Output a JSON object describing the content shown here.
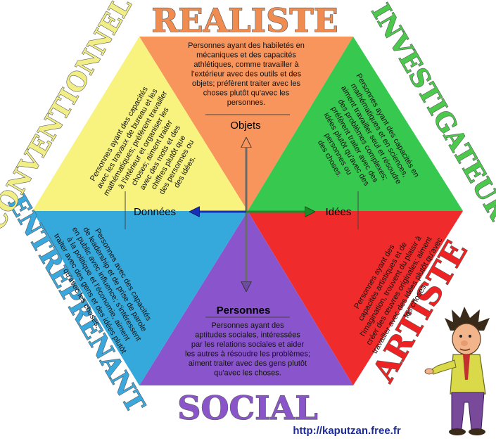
{
  "sections": [
    {
      "id": "realiste",
      "title": "REALISTE",
      "title_color": "#f08c50",
      "fill": "#f7955c",
      "description_lines": [
        "Personnes ayant des habiletés en",
        "mécaniques et des capacités",
        "athlétiques, comme travailler à",
        "l'extérieur avec des outils et des",
        "objets; préfèrent traiter avec les",
        "choses plutôt qu'avec les",
        "personnes."
      ]
    },
    {
      "id": "investigateur",
      "title": "INVESTIGATEUR",
      "title_color": "#4cc94c",
      "fill": "#37c850",
      "description_lines": [
        "Personnes ayant des capacités en",
        "mathématiques et en sciences,",
        "aiment travailler seul et résoudre",
        "des problèmes complexes;",
        "préfèrent traiter avec des",
        "idées plutôt qu'avec des",
        "personnes ou",
        "des choses."
      ]
    },
    {
      "id": "artiste",
      "title": "ARTISTE",
      "title_color": "#ee2222",
      "fill": "#ef2b2b",
      "description_lines": [
        "Personnes ayant des",
        "capacités artistiques et de",
        "l'imagination, trouvent du plaisir à",
        "créer des œuvres originales; aiment",
        "travailler avec des idées plutôt qu'avec",
        "les choses."
      ]
    },
    {
      "id": "social",
      "title": "SOCIAL",
      "title_color": "#8a55c8",
      "fill": "#8a55cc",
      "description_lines": [
        "Personnes ayant des",
        "aptitudes sociales, intéressées",
        "par les relations sociales et aider",
        "les autres à résoudre les problèmes;",
        "aiment traiter avec des gens plutôt",
        "qu'avec les choses."
      ]
    },
    {
      "id": "entreprenant",
      "title": "ENTREPRENANT",
      "title_color": "#3aa7dd",
      "fill": "#35a9dc",
      "description_lines": [
        "Personnes avec des capacités",
        "de leadership et de prise de parole",
        "en public avec influence; s'intéressent",
        "à la politique et l'économie, aiment",
        "traiter avec des gens et des idées plutôt",
        "qu'avec les choses."
      ]
    },
    {
      "id": "conventionnel",
      "title": "CONVENTIONNEL",
      "title_color": "#f2ee86",
      "fill": "#f7f37e",
      "description_lines": [
        "Personnes ayant des capacités",
        "avec les travaux de bureau et les",
        "mathématiques; préfèrent travailler",
        "à l'intérieur et organiser les",
        "choses; aiment traiter",
        "avec des mots et des",
        "chiffres plutôt que",
        "des personnes ou",
        "des idées."
      ]
    }
  ],
  "axes": {
    "up": "Objets",
    "right": "Idées",
    "down": "Personnes",
    "left": "Données"
  },
  "url": "http://kaputzan.free.fr"
}
